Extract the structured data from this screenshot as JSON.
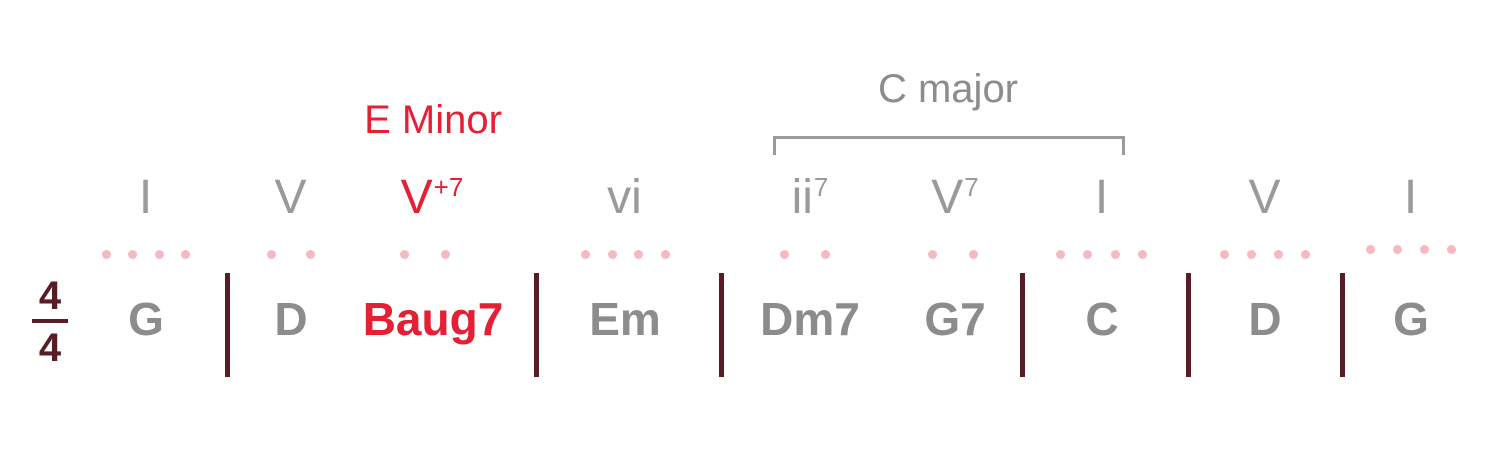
{
  "time_signature": {
    "top": "4",
    "bottom": "4"
  },
  "colors": {
    "chord": "#8c8c8c",
    "highlight": "#e51f34",
    "barline": "#5a1c24",
    "beat_dot": "#f5b9bf",
    "roman": "#9a9a9a"
  },
  "keys": {
    "secondary": {
      "label": "E Minor"
    },
    "modulation": {
      "label": "C major"
    }
  },
  "chords": [
    {
      "name": "G",
      "roman": "I",
      "sup": "",
      "beats": 4,
      "highlight": false
    },
    {
      "name": "D",
      "roman": "V",
      "sup": "",
      "beats": 2,
      "highlight": false
    },
    {
      "name": "Baug7",
      "roman": "V",
      "sup": "+7",
      "beats": 2,
      "highlight": true
    },
    {
      "name": "Em",
      "roman": "vi",
      "sup": "",
      "beats": 4,
      "highlight": false
    },
    {
      "name": "Dm7",
      "roman": "ii",
      "sup": "7",
      "beats": 2,
      "highlight": false
    },
    {
      "name": "G7",
      "roman": "V",
      "sup": "7",
      "beats": 2,
      "highlight": false
    },
    {
      "name": "C",
      "roman": "I",
      "sup": "",
      "beats": 4,
      "highlight": false
    },
    {
      "name": "D",
      "roman": "V",
      "sup": "",
      "beats": 4,
      "highlight": false
    },
    {
      "name": "G",
      "roman": "I",
      "sup": "",
      "beats": 4,
      "highlight": false
    }
  ]
}
